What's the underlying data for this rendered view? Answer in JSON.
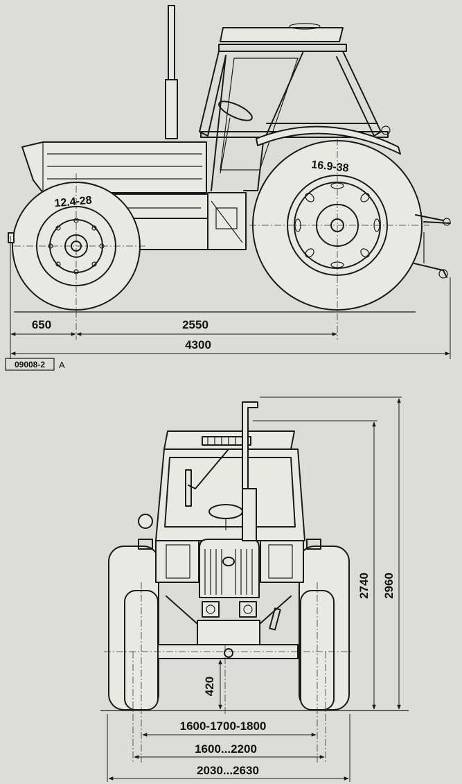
{
  "side_view": {
    "front_tyre": "12.4-28",
    "rear_tyre": "16.9-38",
    "dim_front_overhang": "650",
    "dim_wheelbase": "2550",
    "dim_overall_length": "4300",
    "figure_code": "09008-2",
    "figure_letter": "A"
  },
  "front_view": {
    "dim_cab_height": "2740",
    "dim_overall_height": "2960",
    "dim_ground_clearance": "420",
    "dim_front_track": "1600-1700-1800",
    "dim_rear_track": "1600...2200",
    "dim_overall_width": "2030...2630"
  },
  "colors": {
    "paper": "#dcdcd8",
    "ink": "#1a1a1a"
  }
}
